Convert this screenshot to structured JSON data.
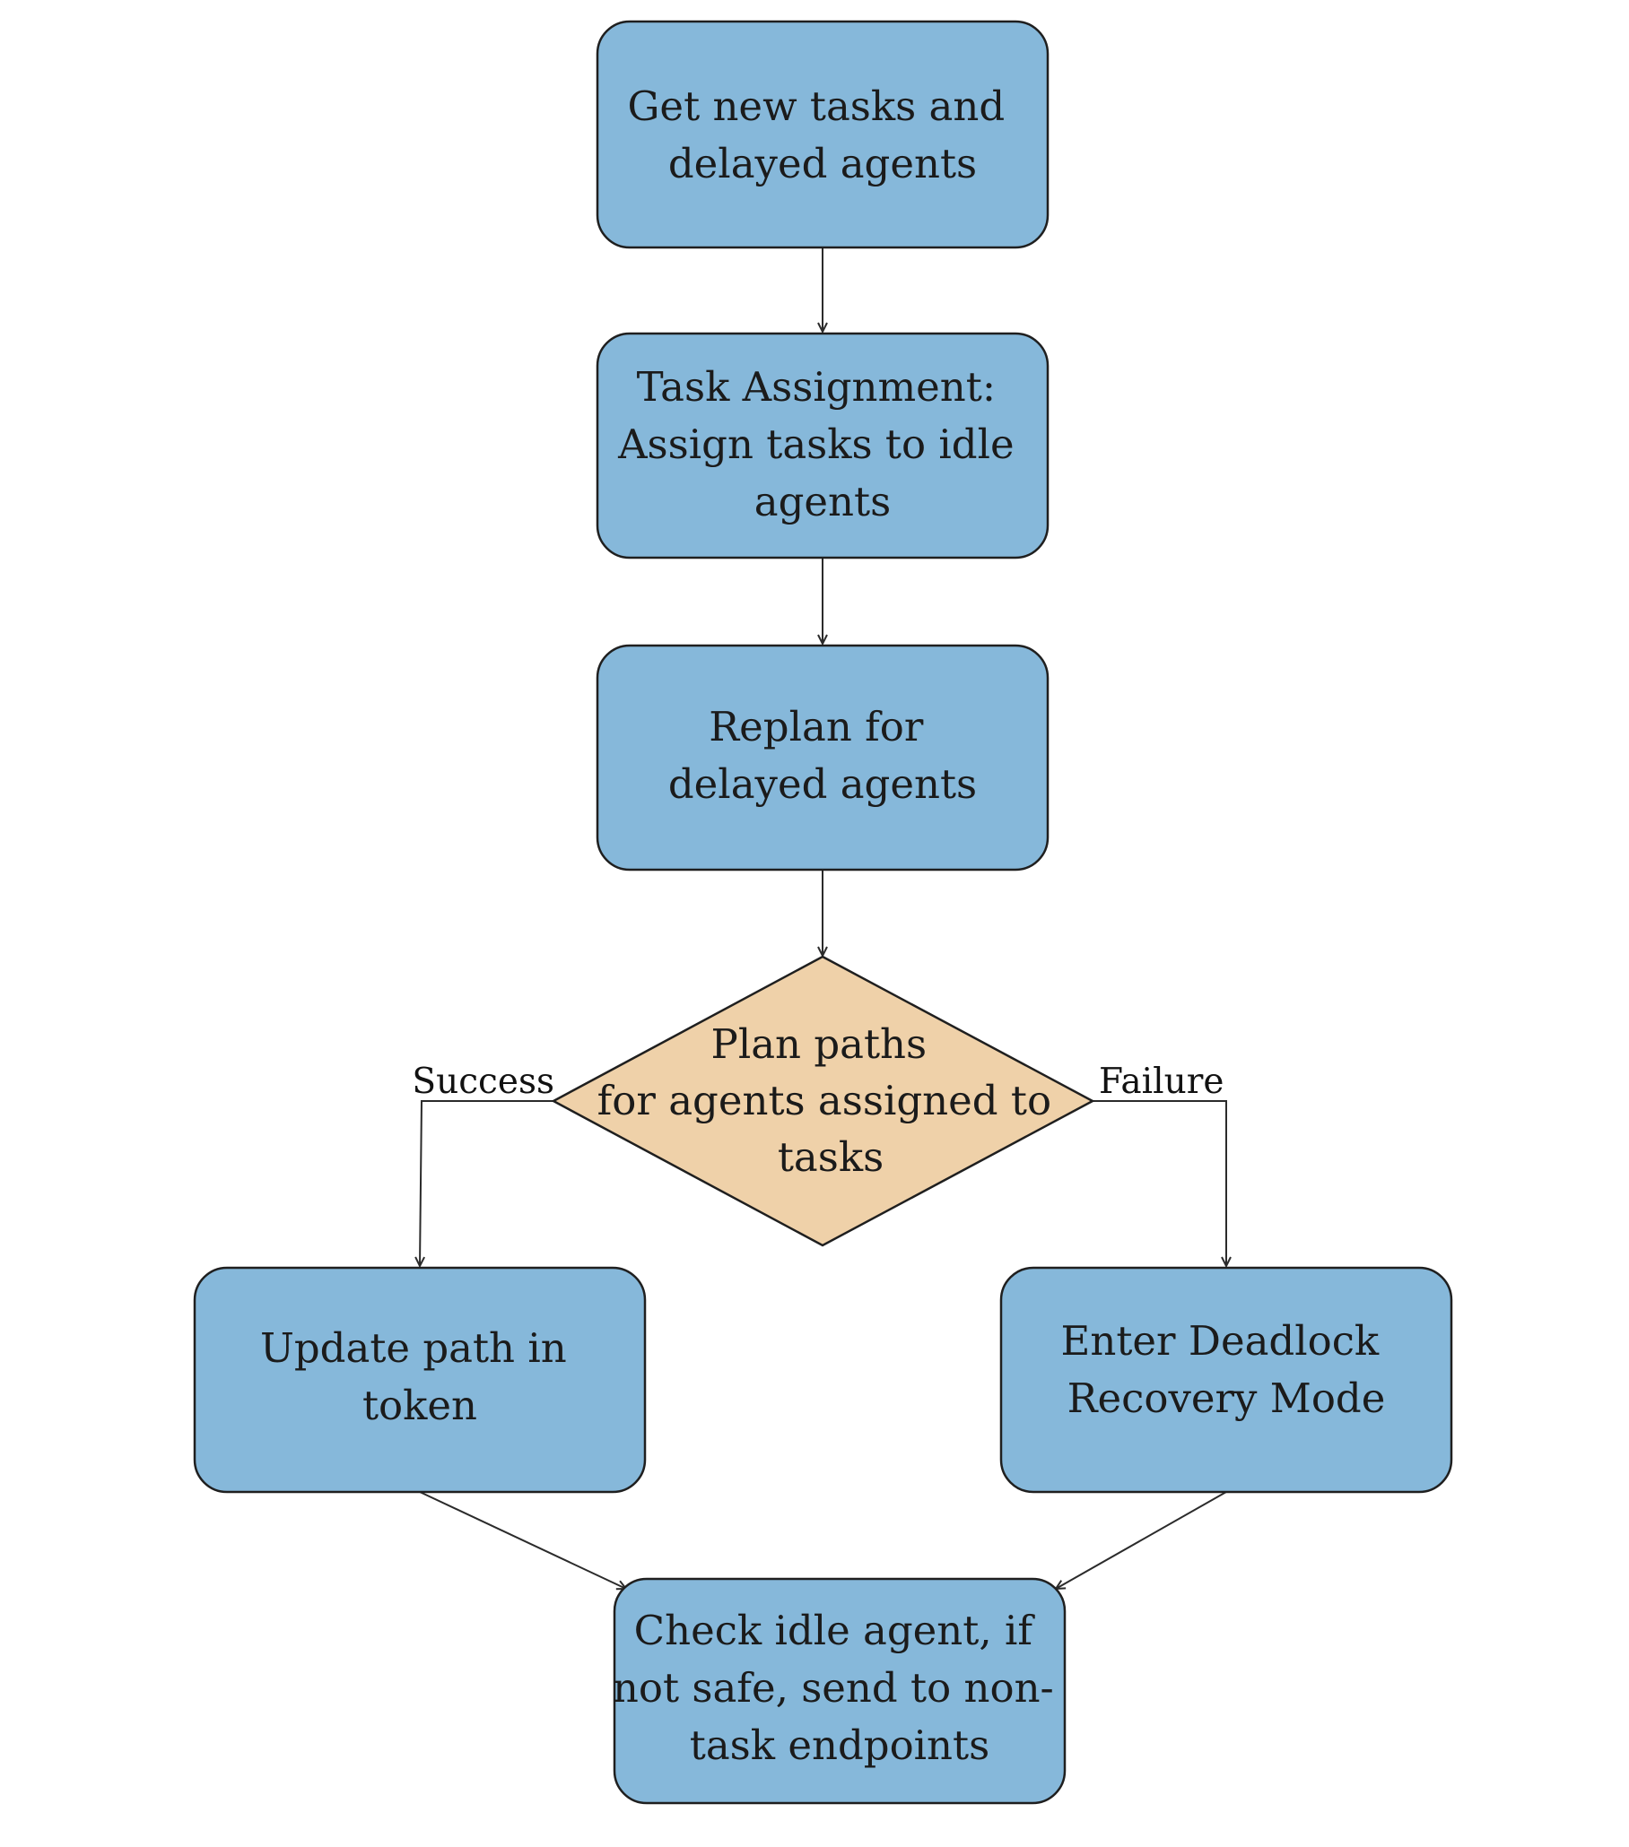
{
  "diagram": {
    "colors": {
      "process_fill": "#86b8da",
      "decision_fill": "#efd1a9",
      "stroke": "#1f1f1f"
    },
    "nodes": {
      "get_tasks": {
        "shape": "rounded-rectangle",
        "lines": [
          "Get new tasks and",
          "delayed agents"
        ]
      },
      "task_assignment": {
        "shape": "rounded-rectangle",
        "lines": [
          "Task Assignment:",
          "Assign tasks to idle",
          "agents"
        ]
      },
      "replan": {
        "shape": "rounded-rectangle",
        "lines": [
          "Replan for",
          "delayed agents"
        ]
      },
      "plan_paths": {
        "shape": "diamond",
        "lines": [
          "Plan paths",
          "for agents assigned to",
          "tasks"
        ]
      },
      "update_path": {
        "shape": "rounded-rectangle",
        "lines": [
          "Update path in",
          "token"
        ]
      },
      "deadlock_recovery": {
        "shape": "rounded-rectangle",
        "lines": [
          "Enter Deadlock",
          "Recovery Mode"
        ]
      },
      "check_idle": {
        "shape": "rounded-rectangle",
        "lines": [
          "Check idle agent, if",
          "not safe, send to non-",
          "task endpoints"
        ]
      }
    },
    "edges": {
      "success_label": "Success",
      "failure_label": "Failure"
    }
  }
}
